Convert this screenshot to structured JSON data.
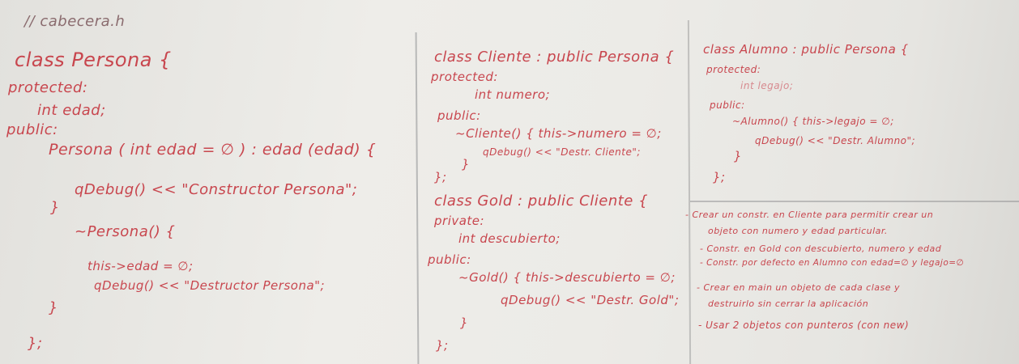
{
  "board": {
    "left": {
      "header_comment": "// cabecera.h",
      "lines": [
        "class Persona {",
        "protected:",
        "int edad;",
        "public:",
        "Persona ( int edad = ∅ ) : edad (edad) {",
        "qDebug() << \"Constructor Persona\";",
        "}",
        "~Persona() {",
        "this->edad = ∅;",
        "qDebug() << \"Destructor Persona\";",
        "}",
        "};"
      ]
    },
    "middle": {
      "lines": [
        "class Cliente : public Persona {",
        "protected:",
        "int numero;",
        "public:",
        "~Cliente() { this->numero = ∅;",
        "qDebug() << \"Destr. Cliente\";",
        "}",
        "};",
        "class Gold : public Cliente {",
        "private:",
        "int descubierto;",
        "public:",
        "~Gold() { this->descubierto = ∅;",
        "qDebug() << \"Destr. Gold\";",
        "}",
        "};"
      ]
    },
    "right": {
      "lines": [
        "class Alumno : public Persona {",
        "protected:",
        "int legajo;",
        "public:",
        "~Alumno() { this->legajo = ∅;",
        "qDebug() << \"Destr. Alumno\";",
        "}",
        "};"
      ],
      "tasks": [
        "- Crear un constr. en Cliente para permitir crear un",
        "objeto con numero y edad particular.",
        "- Constr. en Gold con descubierto, numero y edad",
        "- Constr. por defecto en Alumno con edad=∅ y legajo=∅",
        "- Crear en main un objeto de cada clase y",
        "destruirlo sin cerrar la aplicación",
        "- Usar 2 objetos con punteros (con new)"
      ]
    }
  },
  "colors": {
    "ink": "#c8464e",
    "board": "#ebeae6",
    "divider": "#8d8e8f"
  }
}
